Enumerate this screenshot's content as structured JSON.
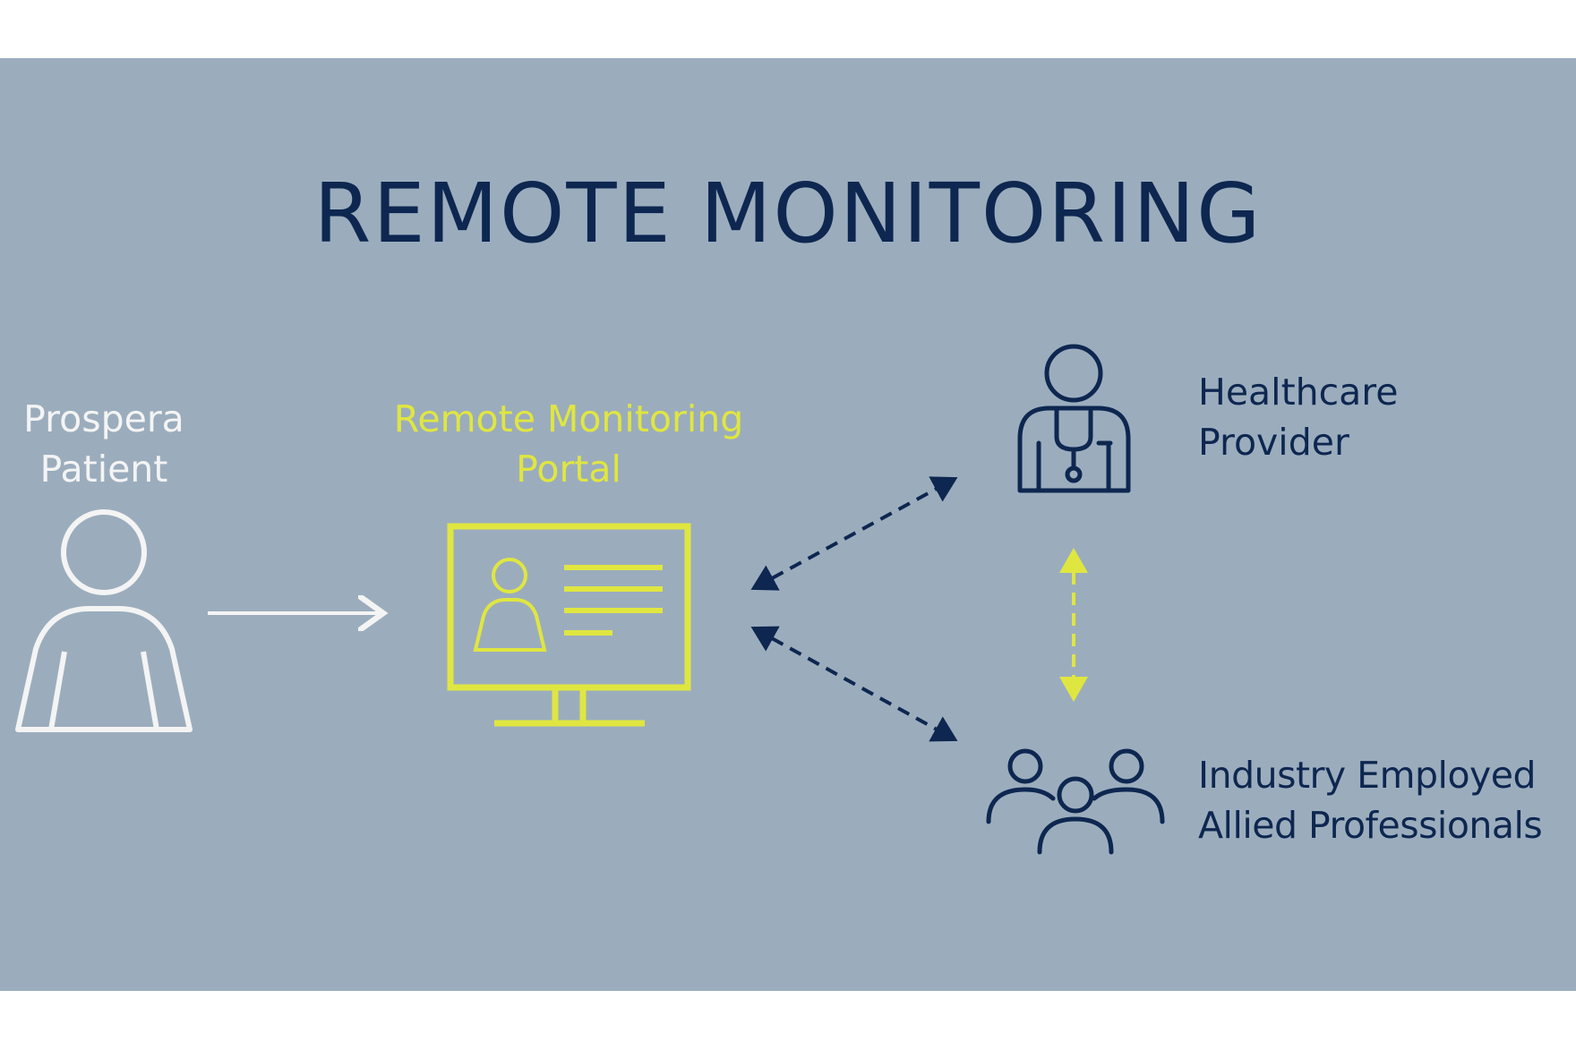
{
  "title": "REMOTE MONITORING",
  "nodes": {
    "patient": {
      "line1": "Prospera",
      "line2": "Patient",
      "icon": "person-icon"
    },
    "portal": {
      "line1": "Remote Monitoring",
      "line2": "Portal",
      "icon": "monitor-icon"
    },
    "provider": {
      "line1": "Healthcare",
      "line2": "Provider",
      "icon": "doctor-icon"
    },
    "allied": {
      "line1": "Industry Employed",
      "line2": "Allied Professionals",
      "icon": "group-icon"
    }
  },
  "colors": {
    "background": "#9badbd",
    "white": "#f4f4f4",
    "accent_yellow": "#e0e640",
    "navy": "#0d2750"
  }
}
